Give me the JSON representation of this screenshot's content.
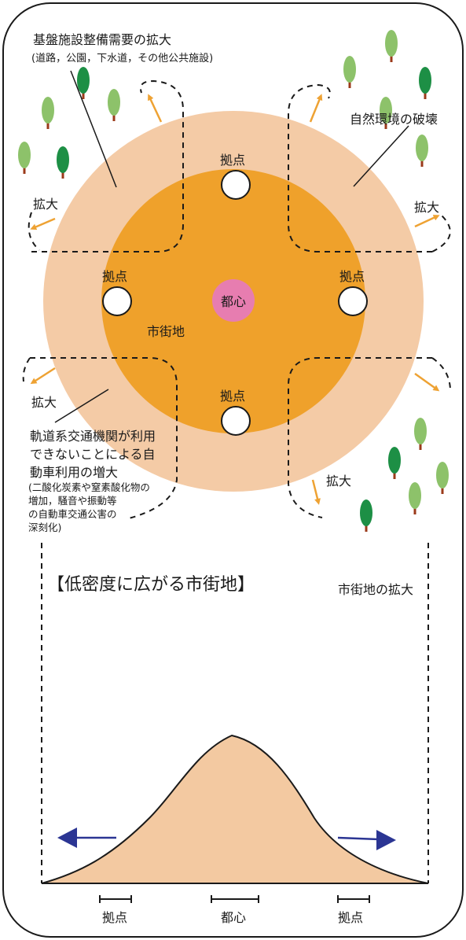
{
  "top": {
    "infra_title": "基盤施設整備需要の拡大",
    "infra_sub": "(道路，公園，下水道，その他公共施設)",
    "nature": "自然環境の破壊",
    "city_center": "都心",
    "urban_area": "市街地",
    "node_label": "拠点",
    "expand_label": "拡大",
    "car_lines": [
      "軌道系交通機関が利用",
      "できないことによる自",
      "動車利用の増大"
    ],
    "car_sub": [
      "(二酸化炭素や窒素酸化物の",
      "増加，騒音や振動等",
      "の自動車交通公害の",
      "深刻化)"
    ]
  },
  "bottom": {
    "section_title": "【低密度に広がる市街地】",
    "expansion_label": "市街地の拡大",
    "x_labels": [
      "拠点",
      "都心",
      "拠点"
    ]
  },
  "colors": {
    "outer_ring": "#f4cba6",
    "inner_area": "#efa12b",
    "center": "#e77db0",
    "arrow_orange": "#eea233",
    "arrow_blue": "#2b3593",
    "profile_fill": "#f3c9a1",
    "tree_light": "#8dc26a",
    "tree_dark": "#1d8f45",
    "trunk": "#9b3a1a"
  }
}
